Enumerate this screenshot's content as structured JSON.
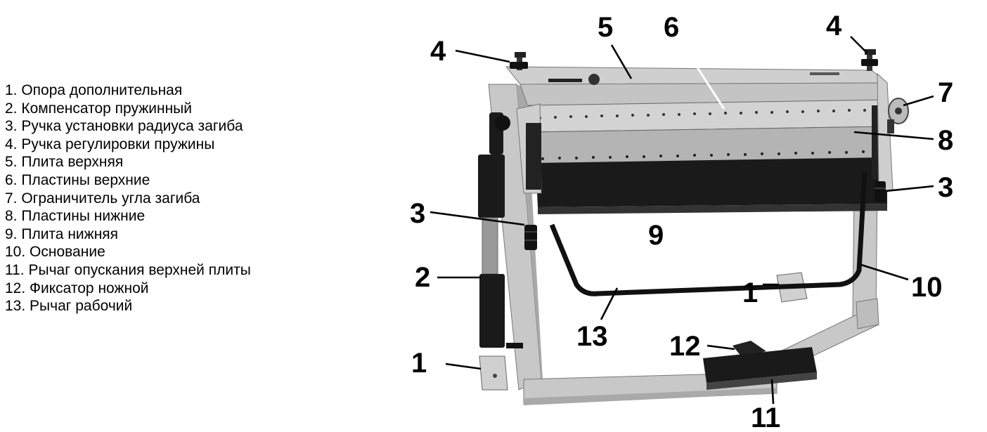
{
  "legend": [
    "1. Опора дополнительная",
    "2. Компенсатор пружинный",
    "3. Ручка установки радиуса загиба",
    "4. Ручка регулировки пружины",
    "5. Плита верхняя",
    "6. Пластины верхние",
    "7. Ограничитель угла загиба",
    "8. Пластины нижние",
    "9. Плита нижняя",
    "10. Основание",
    "11. Рычаг опускания верхней плиты",
    "12. Фиксатор ножной",
    "13. Рычаг рабочий"
  ],
  "callouts": {
    "c1_left": "1",
    "c1_right": "1",
    "c2": "2",
    "c3_left": "3",
    "c3_right": "3",
    "c4_left": "4",
    "c4_right": "4",
    "c5": "5",
    "c6": "6",
    "c7": "7",
    "c8": "8",
    "c9": "9",
    "c10": "10",
    "c11": "11",
    "c12": "12",
    "c13": "13"
  },
  "colors": {
    "frame": "#c8c8c8",
    "frame_shade": "#a9a9a9",
    "dark": "#1a1a1a",
    "plate": "#b4b4b4",
    "plate_light": "#d2d2d2"
  }
}
